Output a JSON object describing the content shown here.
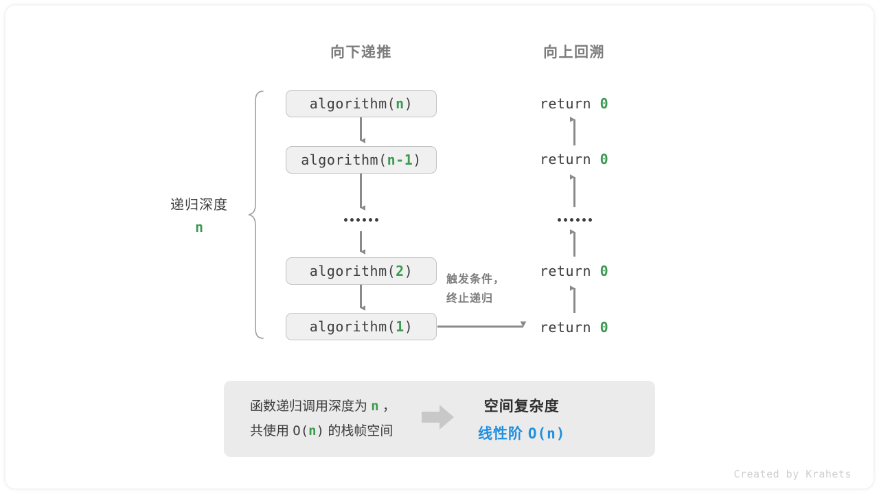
{
  "headers": {
    "left": "向下递推",
    "right": "向上回溯"
  },
  "depth_label": {
    "text": "递归深度",
    "value": "n"
  },
  "call_stack": [
    {
      "fn": "algorithm(",
      "arg": "n",
      "close": ")"
    },
    {
      "fn": "algorithm(",
      "arg": "n-1",
      "close": ")"
    },
    {
      "fn": "algorithm(",
      "arg": "2",
      "close": ")"
    },
    {
      "fn": "algorithm(",
      "arg": "1",
      "close": ")"
    }
  ],
  "returns": [
    {
      "kw": "return",
      "val": "0"
    },
    {
      "kw": "return",
      "val": "0"
    },
    {
      "kw": "return",
      "val": "0"
    },
    {
      "kw": "return",
      "val": "0"
    }
  ],
  "ellipsis": "......",
  "trigger_note": {
    "line1": "触发条件，",
    "line2": "终止递归"
  },
  "summary": {
    "left_line1_a": "函数递归调用深度为 ",
    "left_line1_n": "n",
    "left_line1_b": " ，",
    "left_line2_a": "共使用 ",
    "left_line2_o": "O(",
    "left_line2_n": "n",
    "left_line2_c": ")",
    "left_line2_b": " 的栈帧空间",
    "arrow": "block-arrow-right",
    "right_title": "空间复杂度",
    "right_value_zh": "线性阶 ",
    "right_value_mono": "O(n)"
  },
  "credit": "Created by Krahets",
  "colors": {
    "green": "#3c9a51",
    "blue": "#1f8fe0",
    "gray_text": "#3d3d3d",
    "gray_header": "#7c7c7c",
    "box_fill": "#f0f0f0",
    "box_border": "#c2c2c2",
    "summary_fill": "#ebebeb",
    "arrow_gray": "#8a8a8a",
    "block_arrow_gray": "#c8c8c8",
    "credit_gray": "#cfcfcf"
  }
}
